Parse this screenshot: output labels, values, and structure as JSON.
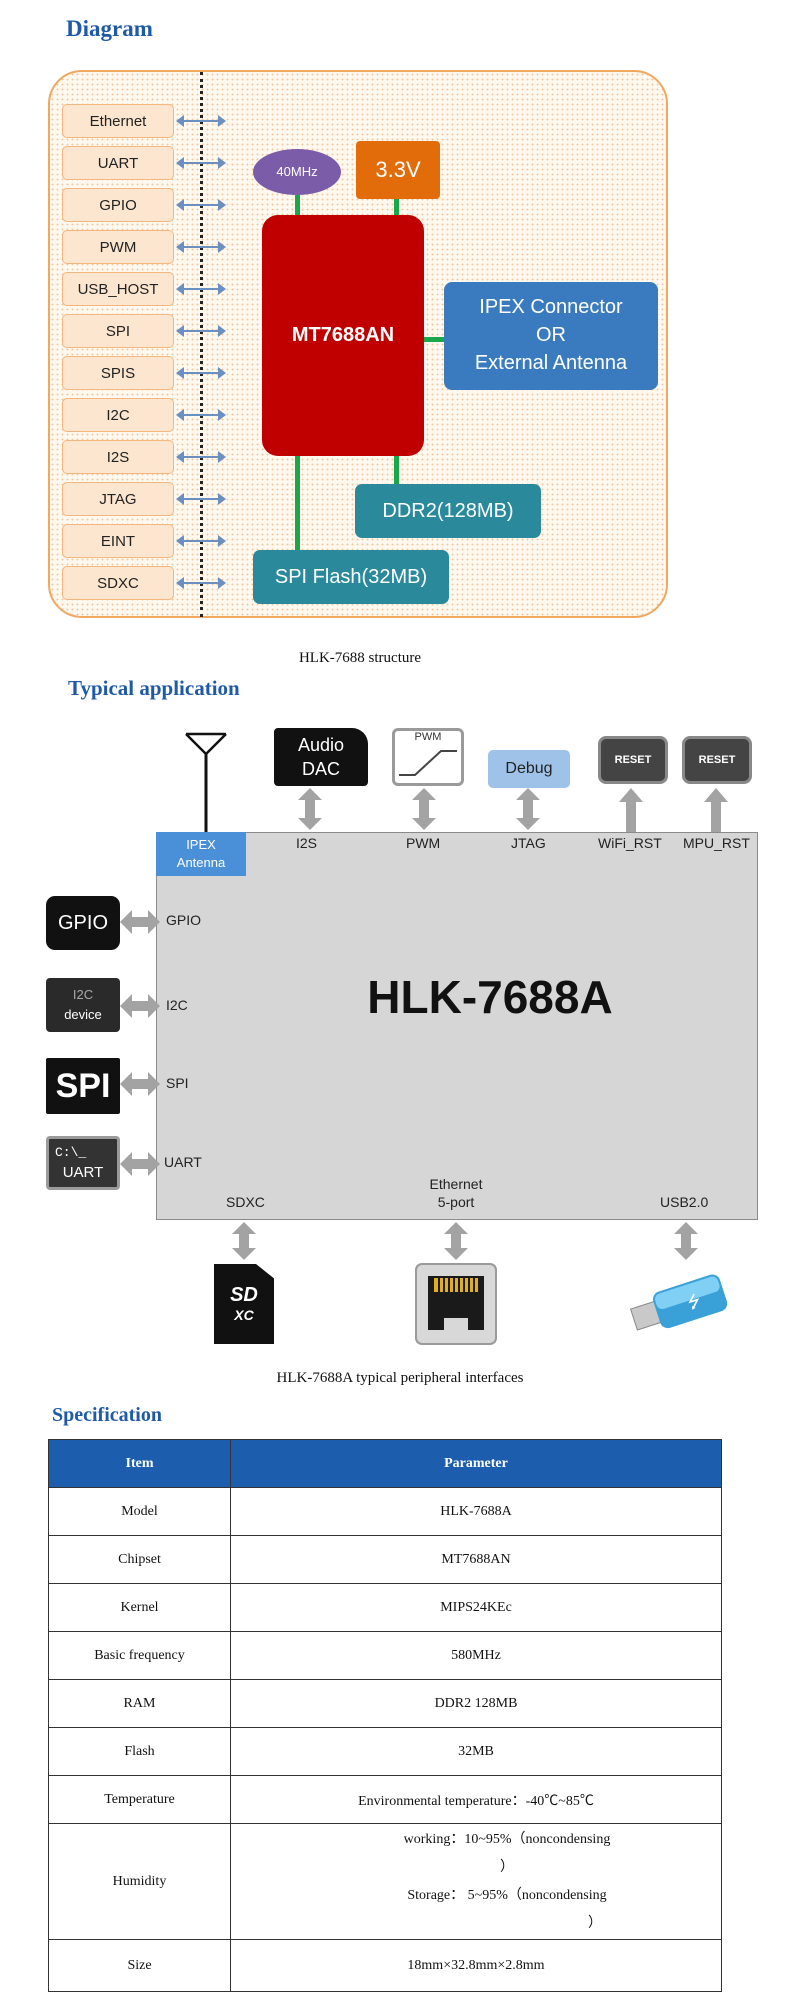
{
  "diagram": {
    "title": "Diagram",
    "interfaces": [
      "Ethernet",
      "UART",
      "GPIO",
      "PWM",
      "USB_HOST",
      "SPI",
      "SPIS",
      "I2C",
      "I2S",
      "JTAG",
      "EINT",
      "SDXC"
    ],
    "clock": "40MHz",
    "power": "3.3V",
    "chip": "MT7688AN",
    "antenna": [
      "IPEX Connector",
      "OR",
      "External Antenna"
    ],
    "ddr": "DDR2(128MB)",
    "flash": "SPI Flash(32MB)",
    "caption": "HLK-7688 structure",
    "colors": {
      "chip": "#c00000",
      "power": "#e36c0a",
      "clock": "#7b5ca8",
      "antenna": "#3a7bbf",
      "memory": "#2a8a9c",
      "link": "#1aa64a",
      "frame": "#f0a860"
    }
  },
  "application": {
    "title": "Typical application",
    "module": "HLK-7688A",
    "antenna_port": [
      "IPEX",
      "Antenna"
    ],
    "top_devices": {
      "audio": [
        "Audio",
        "DAC"
      ],
      "pwm": "PWM",
      "debug": "Debug",
      "reset1": "RESET",
      "reset2": "RESET"
    },
    "top_ports": [
      "I2S",
      "PWM",
      "JTAG",
      "WiFi_RST",
      "MPU_RST"
    ],
    "left_devices": {
      "gpio": "GPIO",
      "i2c": [
        "I2C",
        "device"
      ],
      "spi": "SPI",
      "uart": [
        "C:\\_",
        "UART"
      ]
    },
    "left_ports": [
      "GPIO",
      "I2C",
      "SPI",
      "UART"
    ],
    "bottom_ports": {
      "sdxc": "SDXC",
      "ethernet": [
        "Ethernet",
        "5-port"
      ],
      "usb": "USB2.0"
    },
    "sd_card_text": [
      "SD",
      "XC"
    ],
    "caption": "HLK-7688A typical peripheral interfaces"
  },
  "specification": {
    "title": "Specification",
    "headers": [
      "Item",
      "Parameter"
    ],
    "rows": [
      [
        "Model",
        "HLK-7688A"
      ],
      [
        "Chipset",
        "MT7688AN"
      ],
      [
        "Kernel",
        "MIPS24KEc"
      ],
      [
        "Basic frequency",
        "580MHz"
      ],
      [
        "RAM",
        "DDR2 128MB"
      ],
      [
        "Flash",
        "32MB"
      ],
      [
        "Temperature",
        "Environmental temperature：-40℃~85℃"
      ]
    ],
    "humidity": {
      "item": "Humidity",
      "lines": [
        "working：10~95%（noncondensing",
        "）",
        "Storage：  5~95%（noncondensing",
        "）"
      ]
    },
    "size": {
      "item": "Size",
      "value": "18mm×32.8mm×2.8mm"
    }
  }
}
